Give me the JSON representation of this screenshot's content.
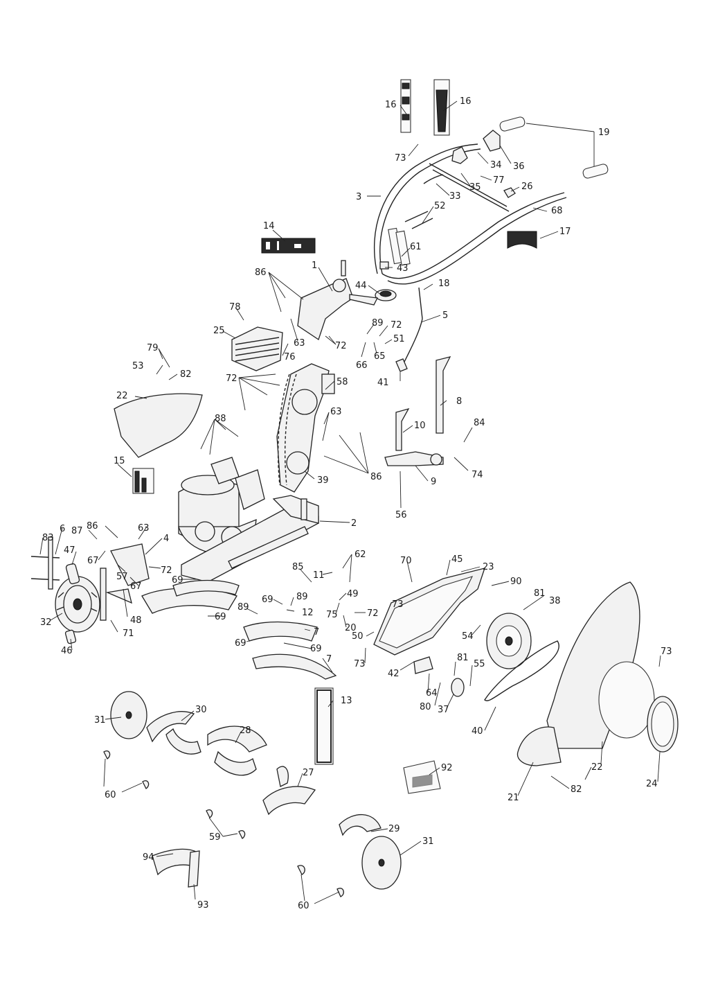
{
  "callouts": [
    {
      "id": "c16a",
      "text": "16"
    },
    {
      "id": "c16b",
      "text": "16"
    },
    {
      "id": "c19",
      "text": "19"
    },
    {
      "id": "c73a",
      "text": "73"
    },
    {
      "id": "c34",
      "text": "34"
    },
    {
      "id": "c36",
      "text": "36"
    },
    {
      "id": "c35",
      "text": "35"
    },
    {
      "id": "c77",
      "text": "77"
    },
    {
      "id": "c26",
      "text": "26"
    },
    {
      "id": "c3",
      "text": "3"
    },
    {
      "id": "c33",
      "text": "33"
    },
    {
      "id": "c52",
      "text": "52"
    },
    {
      "id": "c68",
      "text": "68"
    },
    {
      "id": "c14",
      "text": "14"
    },
    {
      "id": "c17",
      "text": "17"
    },
    {
      "id": "c61",
      "text": "61"
    },
    {
      "id": "c43",
      "text": "43"
    },
    {
      "id": "c1",
      "text": "1"
    },
    {
      "id": "c86a",
      "text": "86"
    },
    {
      "id": "c44",
      "text": "44"
    },
    {
      "id": "c18",
      "text": "18"
    },
    {
      "id": "c78",
      "text": "78"
    },
    {
      "id": "c5",
      "text": "5"
    },
    {
      "id": "c89a",
      "text": "89"
    },
    {
      "id": "c72a",
      "text": "72"
    },
    {
      "id": "c25",
      "text": "25"
    },
    {
      "id": "c63a",
      "text": "63"
    },
    {
      "id": "c72b",
      "text": "72"
    },
    {
      "id": "c51",
      "text": "51"
    },
    {
      "id": "c79",
      "text": "79"
    },
    {
      "id": "c76",
      "text": "76"
    },
    {
      "id": "c66",
      "text": "66"
    },
    {
      "id": "c65",
      "text": "65"
    },
    {
      "id": "c53",
      "text": "53"
    },
    {
      "id": "c82a",
      "text": "82"
    },
    {
      "id": "c41",
      "text": "41"
    },
    {
      "id": "c72c",
      "text": "72"
    },
    {
      "id": "c58",
      "text": "58"
    },
    {
      "id": "c22a",
      "text": "22"
    },
    {
      "id": "c8",
      "text": "8"
    },
    {
      "id": "c88",
      "text": "88"
    },
    {
      "id": "c63b",
      "text": "63"
    },
    {
      "id": "c10",
      "text": "10"
    },
    {
      "id": "c84",
      "text": "84"
    },
    {
      "id": "c15",
      "text": "15"
    },
    {
      "id": "c74",
      "text": "74"
    },
    {
      "id": "c86b",
      "text": "86"
    },
    {
      "id": "c39",
      "text": "39"
    },
    {
      "id": "c9",
      "text": "9"
    },
    {
      "id": "c56",
      "text": "56"
    },
    {
      "id": "c2",
      "text": "2"
    },
    {
      "id": "c83",
      "text": "83"
    },
    {
      "id": "c6",
      "text": "6"
    },
    {
      "id": "c86c",
      "text": "86"
    },
    {
      "id": "c63c",
      "text": "63"
    },
    {
      "id": "c87",
      "text": "87"
    },
    {
      "id": "c4",
      "text": "4"
    },
    {
      "id": "c47",
      "text": "47"
    },
    {
      "id": "c67a",
      "text": "67"
    },
    {
      "id": "c57",
      "text": "57"
    },
    {
      "id": "c72d",
      "text": "72"
    },
    {
      "id": "c67b",
      "text": "67"
    },
    {
      "id": "c69a",
      "text": "69"
    },
    {
      "id": "c85",
      "text": "85"
    },
    {
      "id": "c62",
      "text": "62"
    },
    {
      "id": "c11",
      "text": "11"
    },
    {
      "id": "c70",
      "text": "70"
    },
    {
      "id": "c45",
      "text": "45"
    },
    {
      "id": "c23",
      "text": "23"
    },
    {
      "id": "c90",
      "text": "90"
    },
    {
      "id": "c49",
      "text": "49"
    },
    {
      "id": "c69b",
      "text": "69"
    },
    {
      "id": "c89b",
      "text": "89"
    },
    {
      "id": "c12",
      "text": "12"
    },
    {
      "id": "c81a",
      "text": "81"
    },
    {
      "id": "c38",
      "text": "38"
    },
    {
      "id": "c73b",
      "text": "73"
    },
    {
      "id": "c48",
      "text": "48"
    },
    {
      "id": "c69c",
      "text": "69"
    },
    {
      "id": "c89c",
      "text": "89"
    },
    {
      "id": "c75",
      "text": "75"
    },
    {
      "id": "c72e",
      "text": "72"
    },
    {
      "id": "c32",
      "text": "32"
    },
    {
      "id": "c71",
      "text": "71"
    },
    {
      "id": "c20",
      "text": "20"
    },
    {
      "id": "c50",
      "text": "50"
    },
    {
      "id": "c54",
      "text": "54"
    },
    {
      "id": "c7a",
      "text": "7"
    },
    {
      "id": "c69d",
      "text": "69"
    },
    {
      "id": "c69e",
      "text": "69"
    },
    {
      "id": "c46",
      "text": "46"
    },
    {
      "id": "c73c",
      "text": "73"
    },
    {
      "id": "c73d",
      "text": "73"
    },
    {
      "id": "c7b",
      "text": "7"
    },
    {
      "id": "c42",
      "text": "42"
    },
    {
      "id": "c81b",
      "text": "81"
    },
    {
      "id": "c55",
      "text": "55"
    },
    {
      "id": "c64",
      "text": "64"
    },
    {
      "id": "c80",
      "text": "80"
    },
    {
      "id": "c37",
      "text": "37"
    },
    {
      "id": "c13",
      "text": "13"
    },
    {
      "id": "c31a",
      "text": "31"
    },
    {
      "id": "c30",
      "text": "30"
    },
    {
      "id": "c28",
      "text": "28"
    },
    {
      "id": "c40",
      "text": "40"
    },
    {
      "id": "c22b",
      "text": "22"
    },
    {
      "id": "c24",
      "text": "24"
    },
    {
      "id": "c92",
      "text": "92"
    },
    {
      "id": "c27",
      "text": "27"
    },
    {
      "id": "c60a",
      "text": "60"
    },
    {
      "id": "c21",
      "text": "21"
    },
    {
      "id": "c82b",
      "text": "82"
    },
    {
      "id": "c29",
      "text": "29"
    },
    {
      "id": "c59",
      "text": "59"
    },
    {
      "id": "c31b",
      "text": "31"
    },
    {
      "id": "c94",
      "text": "94"
    },
    {
      "id": "c93",
      "text": "93"
    },
    {
      "id": "c60b",
      "text": "60"
    }
  ]
}
